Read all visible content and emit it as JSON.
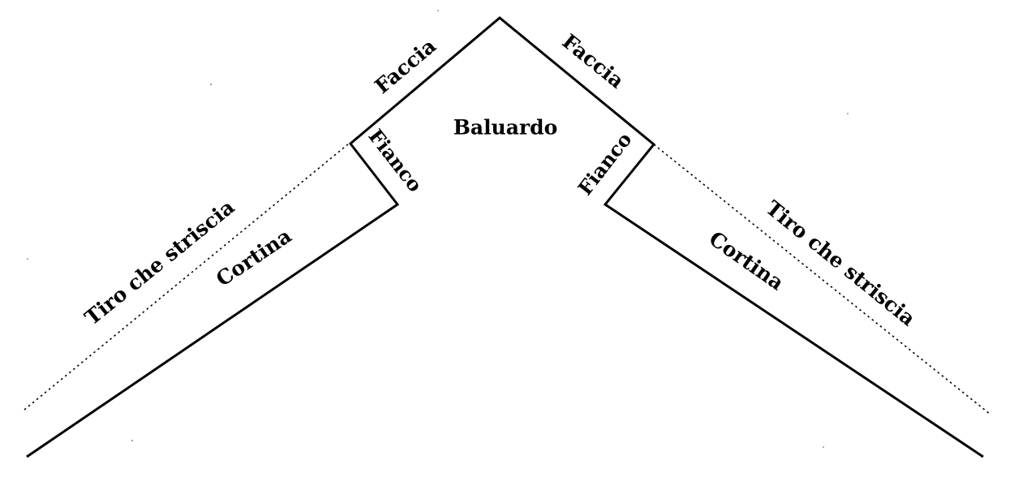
{
  "labels": {
    "center": "Baluardo",
    "face_left": "Faccia",
    "face_right": "Faccia",
    "flank_left": "Fianco",
    "flank_right": "Fianco",
    "curtain_left": "Cortina",
    "curtain_right": "Cortina",
    "grazing_fire_left": "Tiro che striscia",
    "grazing_fire_right": "Tiro che striscia"
  }
}
